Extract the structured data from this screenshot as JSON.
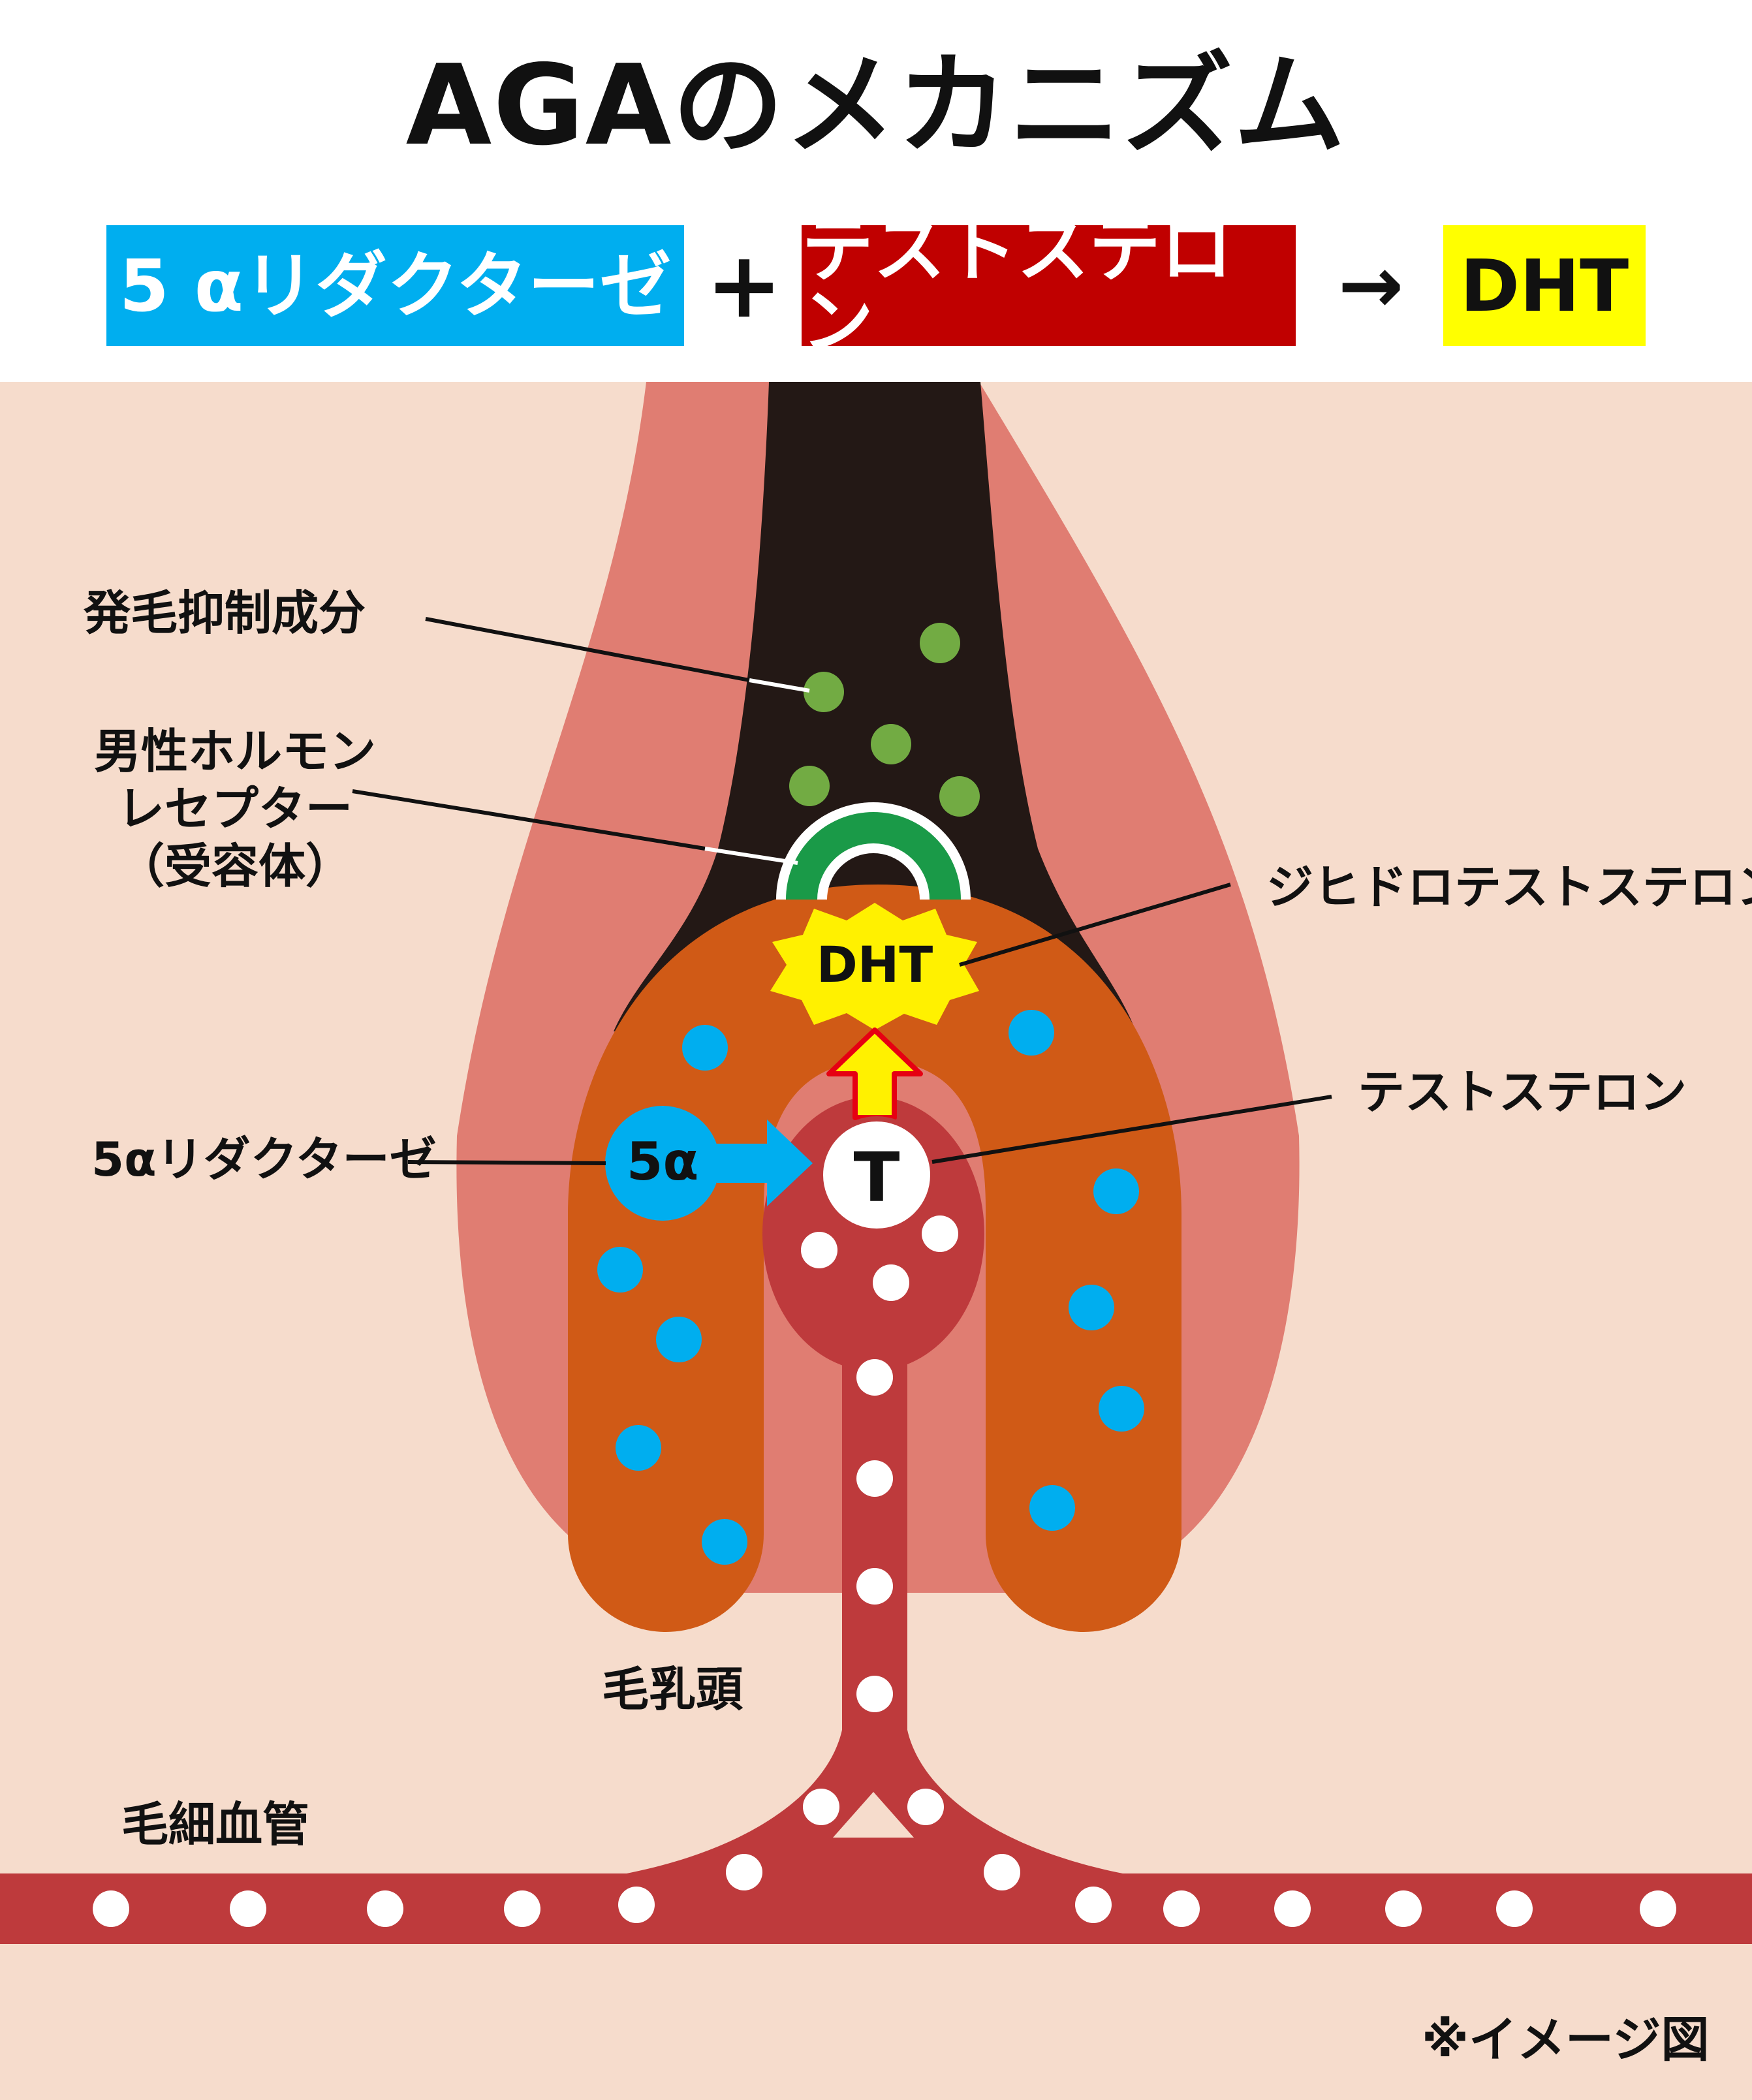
{
  "title": "AGAのメカニズム",
  "equation": {
    "enzyme": "5 αリダクターゼ",
    "plus": "+",
    "hormone": "テストステロン",
    "arrow": "→",
    "result": "DHT"
  },
  "labels": {
    "hair_growth_inhibitor": "発毛抑制成分",
    "receptor_line1": "男性ホルモン",
    "receptor_line2": "レセプター",
    "receptor_line3": "（受容体）",
    "dihydrotestosterone": "ジヒドロテストステロン",
    "testosterone": "テストステロン",
    "five_alpha_reductase": "5αリダクターゼ",
    "dermal_papilla": "毛乳頭",
    "capillary": "毛細血管"
  },
  "markers": {
    "dht": "DHT",
    "five_alpha": "5α",
    "testosterone": "T"
  },
  "note": "※イメージ図",
  "colors": {
    "background_skin": "#f6dccc",
    "outer_root_sheath": "#e07d72",
    "hair_shaft": "#231815",
    "hair_bulb": "#d05a16",
    "blood": "#be3a3c",
    "enzyme_blue": "#00aeef",
    "testosterone_red": "#c00000",
    "dht_yellow": "#ffff00",
    "receptor_green": "#1a9a48",
    "inhibitor_green": "#72ab43"
  }
}
